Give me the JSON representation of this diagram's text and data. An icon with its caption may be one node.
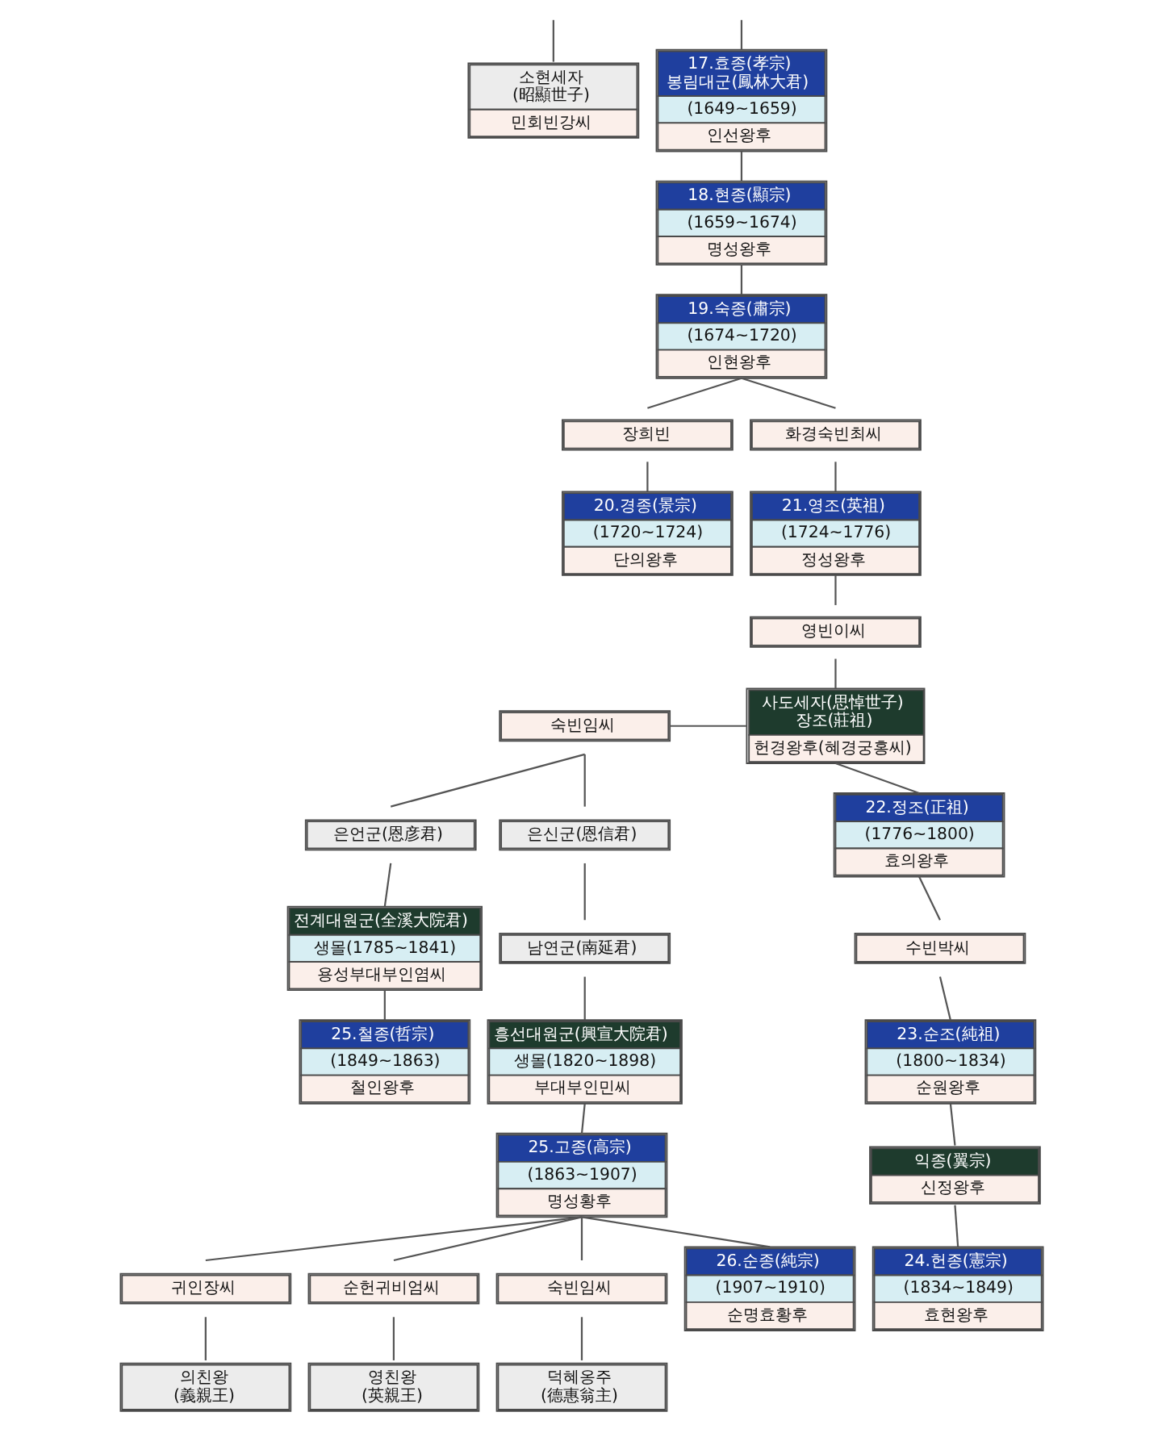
{
  "diagram": {
    "nodes": [
      {
        "text": [
          "소현세자 (昭顯世子)",
          "민회빈강씨"
        ]
      },
      {
        "text": [
          "17.효종(孝宗) 봉림대군(鳳林大君)",
          "(1649~1659)",
          "인선왕후"
        ]
      },
      {
        "text": [
          "18.현종(顯宗)",
          "(1659~1674)",
          "명성왕후"
        ]
      },
      {
        "text": [
          "19.숙종(肅宗)",
          "(1674~1720)",
          "인현왕후"
        ]
      },
      {
        "text": [
          "장희빈"
        ]
      },
      {
        "text": [
          "화경숙빈최씨"
        ]
      },
      {
        "text": [
          "20.경종(景宗)",
          "(1720~1724)",
          "단의왕후"
        ]
      },
      {
        "text": [
          "21.영조(英祖)",
          "(1724~1776)",
          "정성왕후"
        ]
      },
      {
        "text": [
          "영빈이씨"
        ]
      },
      {
        "text": [
          "사도세자(思悼世子) 장조(莊祖)",
          "헌경왕후(혜경궁홍씨)"
        ]
      },
      {
        "text": [
          "숙빈임씨"
        ]
      },
      {
        "text": [
          "22.정조(正祖)",
          "(1776~1800)",
          "효의왕후"
        ]
      },
      {
        "text": [
          "은언군(恩彦君)"
        ]
      },
      {
        "text": [
          "은신군(恩信君)"
        ]
      },
      {
        "text": [
          "전계대원군(全溪大院君)",
          "생몰(1785~1841)",
          "용성부대부인염씨"
        ]
      },
      {
        "text": [
          "남연군(南延君)"
        ]
      },
      {
        "text": [
          "수빈박씨"
        ]
      },
      {
        "text": [
          "25.철종(哲宗)",
          "(1849~1863)",
          "철인왕후"
        ]
      },
      {
        "text": [
          "흥선대원군(興宣大院君)",
          "생몰(1820~1898)",
          "부대부인민씨"
        ]
      },
      {
        "text": [
          "23.순조(純祖)",
          "(1800~1834)",
          "순원왕후"
        ]
      },
      {
        "text": [
          "25.고종(高宗)",
          "(1863~1907)",
          "명성황후"
        ]
      },
      {
        "text": [
          "익종(翼宗)",
          "신정왕후"
        ]
      },
      {
        "text": [
          "귀인장씨"
        ]
      },
      {
        "text": [
          "순헌귀비엄씨"
        ]
      },
      {
        "text": [
          "숙빈임씨"
        ]
      },
      {
        "text": [
          "26.순종(純宗)",
          "(1907~1910)",
          "순명효황후"
        ]
      },
      {
        "text": [
          "24.헌종(憲宗)",
          "(1834~1849)",
          "효현왕후"
        ]
      },
      {
        "text": [
          "의친왕 (義親王)"
        ]
      },
      {
        "text": [
          "영친왕 (英親王)"
        ]
      },
      {
        "text": [
          "덕혜옹주 (德惠翁主)"
        ]
      }
    ],
    "edges": [
      {
        "from": null,
        "to": 0,
        "arrow": "none"
      },
      {
        "from": null,
        "to": 1,
        "arrow": "none"
      },
      {
        "from": 1,
        "to": 2,
        "arrow": "none"
      },
      {
        "from": 2,
        "to": 3,
        "arrow": "none"
      },
      {
        "from": 3,
        "to": 4,
        "arrow": "none"
      },
      {
        "from": 3,
        "to": 5,
        "arrow": "none"
      },
      {
        "from": 4,
        "to": 6,
        "arrow": "none"
      },
      {
        "from": 5,
        "to": 7,
        "arrow": "none"
      },
      {
        "from": 7,
        "to": 8,
        "arrow": "none"
      },
      {
        "from": 8,
        "to": 9,
        "arrow": "none"
      },
      {
        "from": 10,
        "to": 9,
        "arrow": "none"
      },
      {
        "from": 9,
        "to": 11,
        "arrow": "none"
      },
      {
        "from": 10,
        "to": 12,
        "arrow": "none"
      },
      {
        "from": 10,
        "to": 13,
        "arrow": "none"
      },
      {
        "from": 12,
        "to": 14,
        "arrow": "none"
      },
      {
        "from": 13,
        "to": 15,
        "arrow": "none"
      },
      {
        "from": 11,
        "to": 16,
        "arrow": "none"
      },
      {
        "from": 14,
        "to": 17,
        "arrow": "none"
      },
      {
        "from": 15,
        "to": 18,
        "arrow": "none"
      },
      {
        "from": 16,
        "to": 19,
        "arrow": "none"
      },
      {
        "from": 18,
        "to": 20,
        "arrow": "none"
      },
      {
        "from": 19,
        "to": 21,
        "arrow": "none"
      },
      {
        "from": 20,
        "to": 22,
        "arrow": "none"
      },
      {
        "from": 20,
        "to": 23,
        "arrow": "none"
      },
      {
        "from": 20,
        "to": 24,
        "arrow": "none"
      },
      {
        "from": 20,
        "to": 25,
        "arrow": "none"
      },
      {
        "from": 21,
        "to": 26,
        "arrow": "none"
      },
      {
        "from": 22,
        "to": 27,
        "arrow": "none"
      },
      {
        "from": 23,
        "to": 28,
        "arrow": "none"
      },
      {
        "from": 24,
        "to": 29,
        "arrow": "none"
      }
    ]
  }
}
